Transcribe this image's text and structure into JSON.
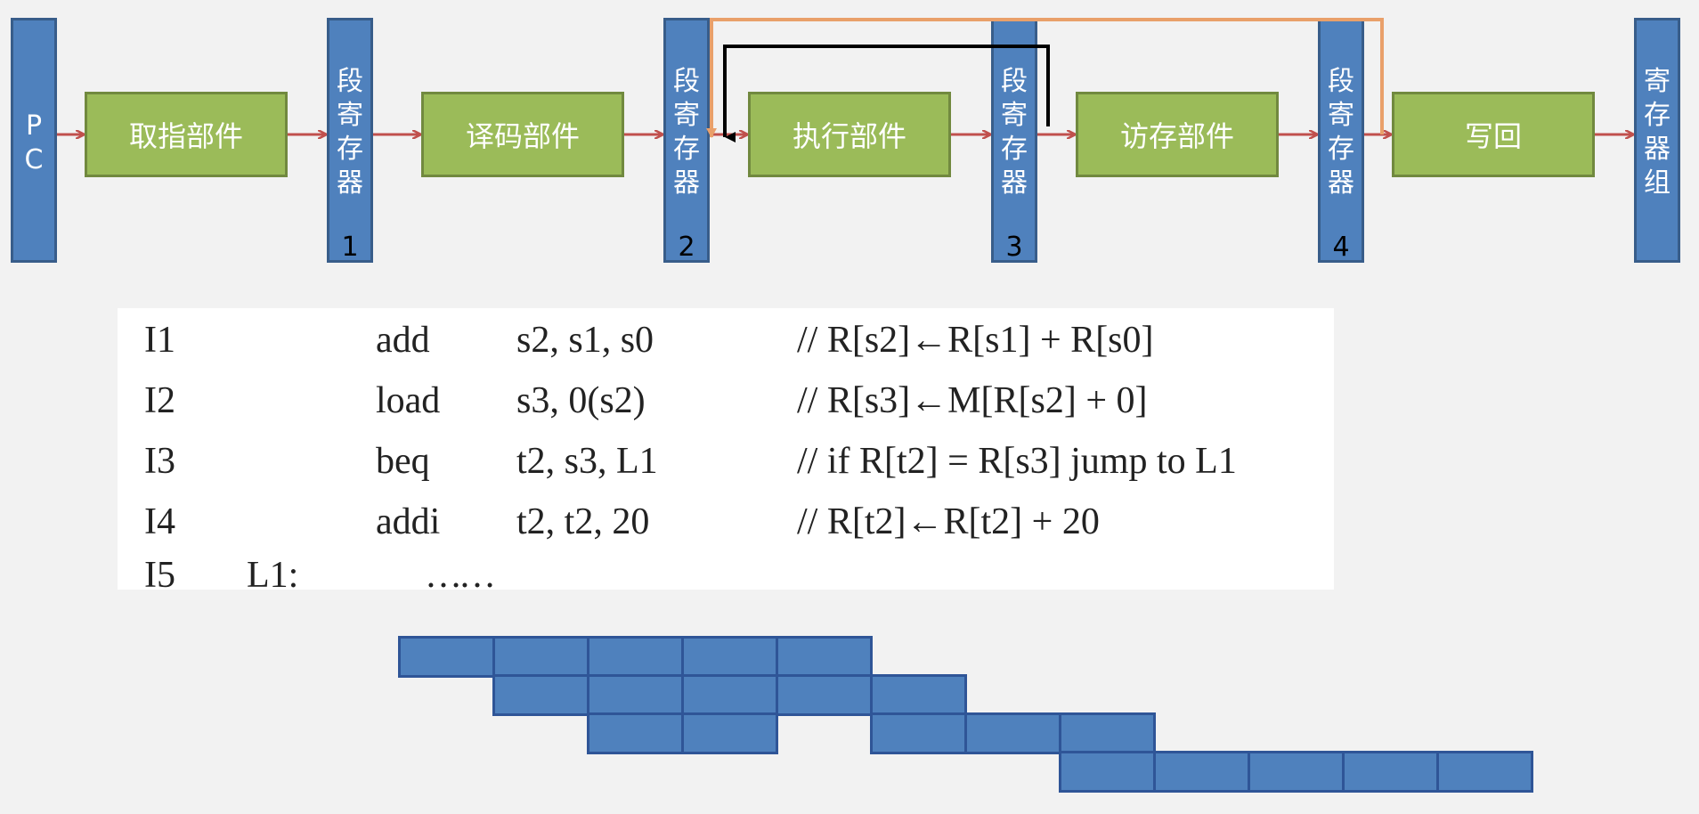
{
  "pipeline": {
    "pc_label": [
      "P",
      "C"
    ],
    "seg_reg_label": [
      "段",
      "寄",
      "存",
      "器"
    ],
    "reg_file_label": [
      "寄",
      "存",
      "器",
      "组"
    ],
    "seg_numbers": [
      "1",
      "2",
      "3",
      "4"
    ],
    "stages": [
      "取指部件",
      "译码部件",
      "执行部件",
      "访存部件",
      "写回"
    ],
    "colors": {
      "bar_fill": "#4f81bd",
      "bar_border": "#385d8a",
      "stage_fill": "#9bbb59",
      "stage_border": "#71893f",
      "arrow": "#c0504d",
      "forward_black": "#000000",
      "forward_orange": "#e9a06a"
    }
  },
  "code": {
    "rows": [
      {
        "id": "I1",
        "label": "",
        "op": "add",
        "args": "s2, s1, s0",
        "comment": "// R[s2]←R[s1] + R[s0]"
      },
      {
        "id": "I2",
        "label": "",
        "op": "load",
        "args": "s3, 0(s2)",
        "comment": "// R[s3]←M[R[s2] + 0]"
      },
      {
        "id": "I3",
        "label": "",
        "op": "beq",
        "args": "t2, s3, L1",
        "comment": "// if R[t2] = R[s3] jump to L1"
      },
      {
        "id": "I4",
        "label": "",
        "op": "addi",
        "args": "t2, t2, 20",
        "comment": "// R[t2]←R[t2] + 20"
      },
      {
        "id": "I5",
        "label": "L1:",
        "op": "",
        "args": "……",
        "comment": ""
      }
    ]
  },
  "timing": {
    "rows": [
      {
        "start": 0,
        "cells": [
          0,
          1,
          2,
          3,
          4
        ]
      },
      {
        "start": 1,
        "cells": [
          1,
          2,
          3,
          4,
          5
        ]
      },
      {
        "start": 2,
        "cells": [
          2,
          3,
          5,
          6,
          7
        ]
      },
      {
        "start": 7,
        "cells": [
          7,
          8,
          9,
          10,
          11
        ]
      }
    ]
  }
}
